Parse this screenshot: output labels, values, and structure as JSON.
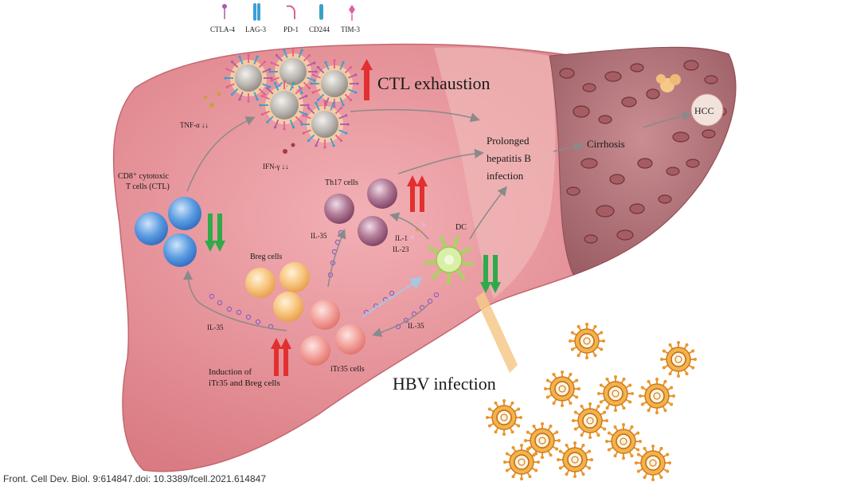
{
  "legend": {
    "items": [
      {
        "label": "CTLA-4",
        "color": "#b05aa8"
      },
      {
        "label": "LAG-3",
        "color": "#3d9fd8"
      },
      {
        "label": "PD-1",
        "color": "#e0608a"
      },
      {
        "label": "CD244",
        "color": "#3aa0c8"
      },
      {
        "label": "TIM-3",
        "color": "#e060a0"
      }
    ]
  },
  "labels": {
    "ctl_exhaustion": "CTL exhaustion",
    "tnf": "TNF-α ↓↓",
    "ifn": "IFN-γ ↓↓",
    "cd8_line1": "CD8⁺ cytotoxic",
    "cd8_line2": "T cells (CTL)",
    "th17": "Th17 cells",
    "il35_th17": "IL-35",
    "il1": "IL-1",
    "il23": "IL-23",
    "dc": "DC",
    "breg": "Breg cells",
    "il35_left": "IL-35",
    "il35_right": "IL-35",
    "itr35": "iTr35 cells",
    "induction_line1": "Induction of",
    "induction_line2": "iTr35 and Breg cells",
    "prolonged_line1": "Prolonged",
    "prolonged_line2": "hepatitis B",
    "prolonged_line3": "infection",
    "cirrhosis": "Cirrhosis",
    "hcc": "HCC",
    "hbv": "HBV infection"
  },
  "caption": "Front. Cell Dev. Biol. 9:614847.doi: 10.3389/fcell.2021.614847",
  "colors": {
    "liver": "#e9929a",
    "liver_dark": "#c56b72",
    "cirrhosis": "#b0727a",
    "ctl": "#4f8fdc",
    "th17": "#9c5a7c",
    "breg": "#f4b36a",
    "itr35": "#ef8f8f",
    "dc": "#c3e28a",
    "arrow_up": "#e23030",
    "arrow_down": "#2faa4a",
    "virus": "#f0a030"
  }
}
